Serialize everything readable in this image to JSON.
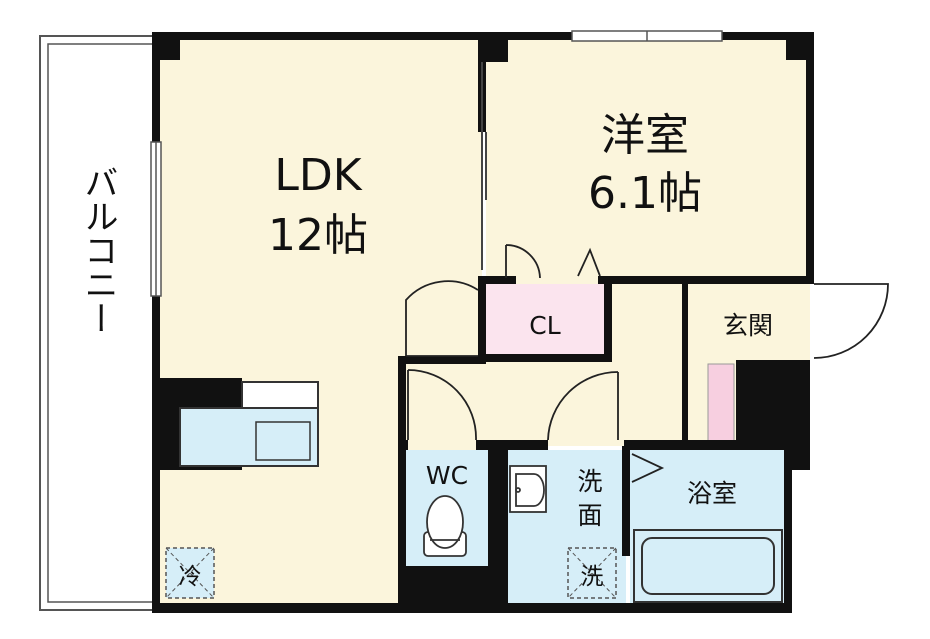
{
  "rooms": {
    "ldk": {
      "name": "LDK",
      "size": "12帖"
    },
    "western": {
      "name": "洋室",
      "size": "6.1帖"
    },
    "closet": {
      "name": "CL"
    },
    "entrance": {
      "name": "玄関"
    },
    "wc": {
      "name": "WC"
    },
    "washroom": {
      "line1": "洗",
      "line2": "面"
    },
    "bathroom": {
      "name": "浴室"
    },
    "balcony": {
      "name": "バルコニー"
    }
  },
  "fixtures": {
    "fridge": "冷",
    "washer": "洗"
  },
  "colors": {
    "wall": "#111111",
    "living_floor": "#fbf5dc",
    "closet_floor": "#fbe4ee",
    "wet_area": "#d6eef8",
    "shoe_box": "#f7cfe0"
  }
}
